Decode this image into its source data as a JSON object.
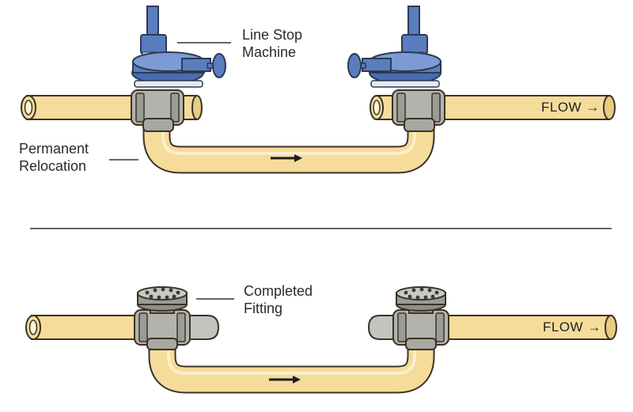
{
  "labels": {
    "line_stop": [
      "Line Stop",
      "Machine"
    ],
    "permanent_relocation": [
      "Permanent",
      "Relocation"
    ],
    "completed_fitting": [
      "Completed",
      "Fitting"
    ],
    "flow_top": "FLOW →",
    "flow_bottom": "FLOW →"
  },
  "colors": {
    "pipe": "#f6dc9a",
    "pipe_outline": "#3a3326",
    "fitting": "#b3b3ad",
    "machine": "#5a7dc0",
    "machine_dark": "#3d5f9f",
    "line": "#333333"
  },
  "icons": [
    "flow-arrow-icon"
  ]
}
